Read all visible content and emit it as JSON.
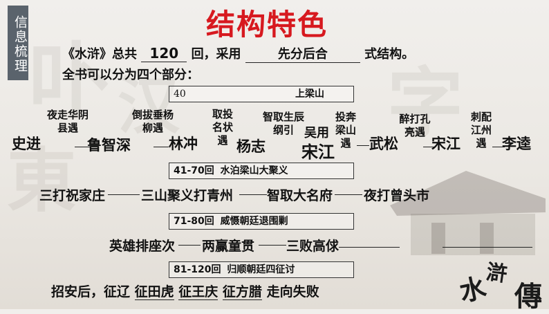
{
  "side_label": "信息梳理",
  "title": "结构特色",
  "intro": {
    "prefix": "《水浒》总共",
    "count": "120",
    "mid": "回，采用",
    "method": "先分后合",
    "suffix": "式结构。"
  },
  "line2": "全书可以分为四个部分：",
  "part1": {
    "range": "40",
    "topic": "上梁山"
  },
  "heroes": [
    "史进",
    "鲁智深",
    "林冲",
    "杨志",
    "宋江",
    "武松",
    "宋江",
    "李逵"
  ],
  "events": [
    "夜走华阴县遇",
    "倒拔垂杨柳遇",
    "取投名状遇",
    "智取生辰纲引",
    "吴用",
    "投奔梁山遇",
    "醉打孔亮遇",
    "刺配江州遇"
  ],
  "part2": {
    "range": "41-70回",
    "topic": "水泊梁山大聚义"
  },
  "battles": [
    "三打祝家庄",
    "三山聚义打青州",
    "智取大名府",
    "夜打曾头市"
  ],
  "part3": {
    "range": "71-80回",
    "topic": "威慑朝廷退围剿"
  },
  "line3": [
    "英雄排座次",
    "两赢童贯",
    "三败高俅"
  ],
  "part4": {
    "range": "81-120回",
    "topic": "归顺朝廷四征讨"
  },
  "line4": [
    "招安后，征辽",
    "征田虎",
    "征王庆",
    "征方腊",
    "走向失败"
  ],
  "calligraphy": [
    "水",
    "滸",
    "傳"
  ]
}
